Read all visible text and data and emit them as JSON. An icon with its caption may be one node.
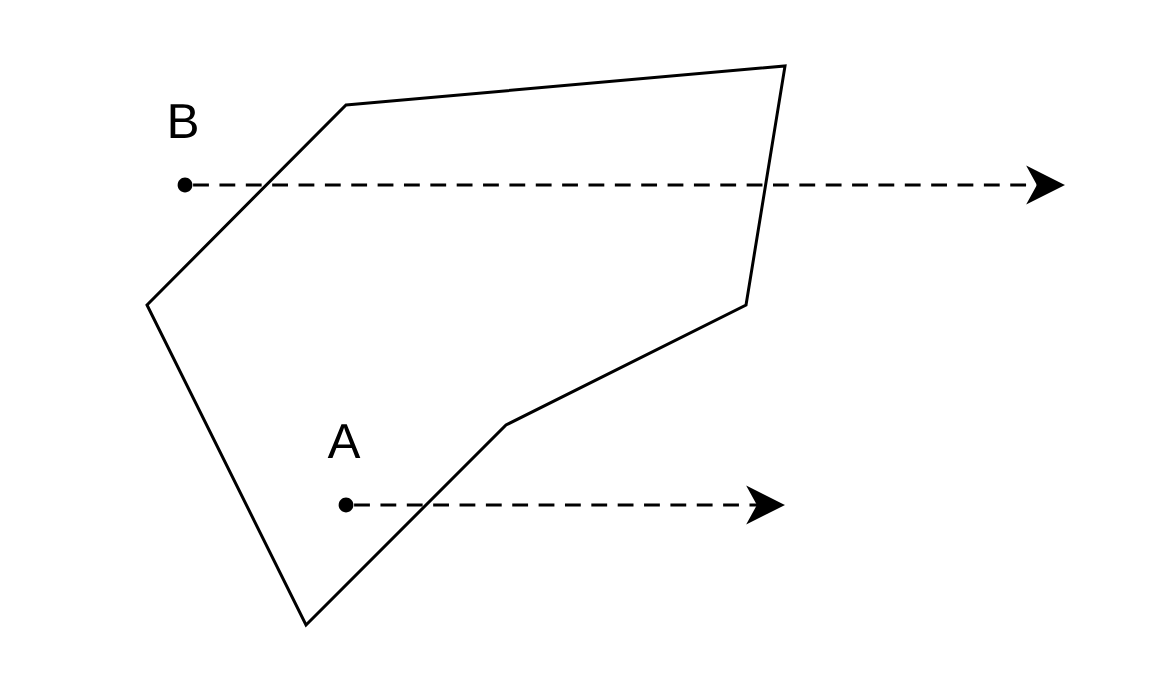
{
  "diagram": {
    "nodes": [
      {
        "text": [],
        "shape": "circle",
        "beside": [
          "B"
        ]
      },
      {
        "text": [],
        "shape": "circle",
        "beside": [
          "A"
        ]
      }
    ],
    "edges": [
      {
        "from": 0,
        "to": null,
        "arrow": "to",
        "style": "dashed"
      },
      {
        "from": 1,
        "to": null,
        "arrow": "to",
        "style": "dashed"
      }
    ]
  }
}
